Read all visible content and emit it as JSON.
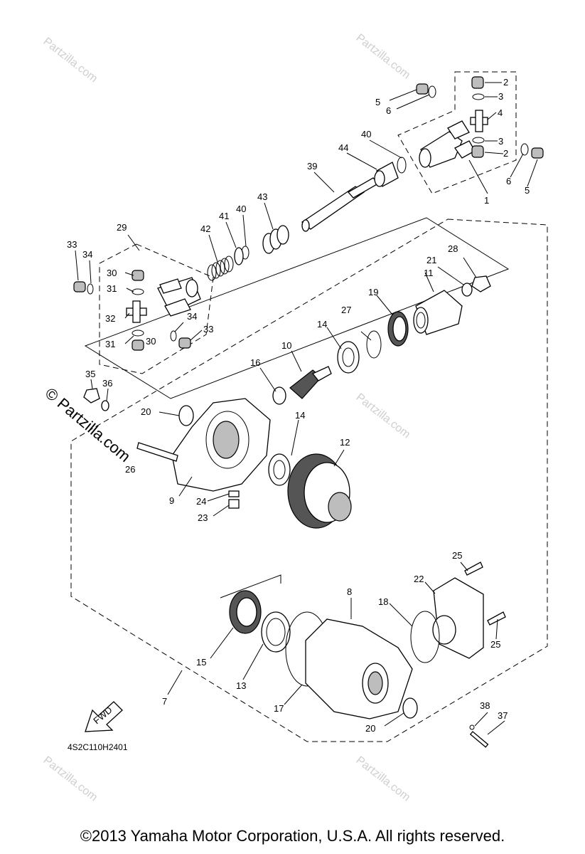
{
  "diagram": {
    "code": "4S2C110H2401",
    "fwd_label": "FWD",
    "copyright": "©2013 Yamaha Motor Corporation, U.S.A. All rights reserved.",
    "watermark": "© Partzilla.com",
    "watermark_small": "Partzilla.com",
    "callouts": [
      "1",
      "2",
      "3",
      "4",
      "5",
      "6",
      "7",
      "8",
      "9",
      "10",
      "11",
      "12",
      "13",
      "14",
      "15",
      "16",
      "17",
      "18",
      "19",
      "20",
      "21",
      "22",
      "23",
      "24",
      "25",
      "26",
      "27",
      "28",
      "29",
      "30",
      "31",
      "32",
      "33",
      "34",
      "35",
      "36",
      "37",
      "38",
      "39",
      "40",
      "41",
      "42",
      "43",
      "44"
    ]
  }
}
